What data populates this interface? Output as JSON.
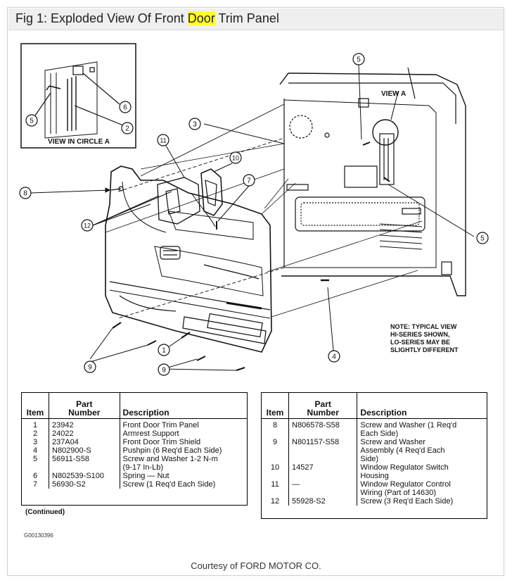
{
  "title": {
    "prefix": "Fig 1: Exploded View Of Front ",
    "highlight": "Door",
    "suffix": " Trim Panel"
  },
  "diagram": {
    "callouts": [
      "1",
      "2",
      "3",
      "4",
      "5",
      "6",
      "7",
      "8",
      "9",
      "10",
      "11",
      "12"
    ],
    "view_in_circle": "VIEW IN CIRCLE A",
    "view_a": "VIEW A",
    "note_lines": [
      "NOTE: TYPICAL VIEW",
      "HI-SERIES SHOWN,",
      "LO-SERIES MAY BE",
      "SLIGHTLY DIFFERENT"
    ]
  },
  "table_headers": {
    "item": "Item",
    "part_line1": "Part",
    "part_line2": "Number",
    "description": "Description"
  },
  "parts_left": [
    {
      "item": "1",
      "part": "23942",
      "desc": "Front Door Trim Panel"
    },
    {
      "item": "2",
      "part": "24022",
      "desc": "Armrest Support"
    },
    {
      "item": "3",
      "part": "237A04",
      "desc": "Front Door Trim Shield"
    },
    {
      "item": "4",
      "part": "N802900-S",
      "desc": "Pushpin (6 Req'd Each Side)"
    },
    {
      "item": "5",
      "part": "56911-S58",
      "desc": "Screw and Washer 1-2 N-m",
      "desc2": "(9-17 In-Lb)"
    },
    {
      "item": "6",
      "part": "N802539-S100",
      "desc": "Spring — Nut"
    },
    {
      "item": "7",
      "part": "56930-S2",
      "desc": "Screw (1 Req'd Each Side)"
    }
  ],
  "parts_right": [
    {
      "item": "8",
      "part": "N806578-S58",
      "desc": "Screw and Washer (1 Req'd",
      "desc2": "Each Side)"
    },
    {
      "item": "9",
      "part": "N801157-S58",
      "desc": "Screw and Washer",
      "desc2": "Assembly (4 Req'd Each",
      "desc3": "Side)"
    },
    {
      "item": "10",
      "part": "14527",
      "desc": "Window Regulator Switch",
      "desc2": "Housing"
    },
    {
      "item": "11",
      "part": "—",
      "desc": "Window Regulator Control",
      "desc2": "Wiring (Part of 14630)"
    },
    {
      "item": "12",
      "part": "55928-S2",
      "desc": "Screw (3 Req'd Each Side)"
    }
  ],
  "continued": "(Continued)",
  "figure_code": "G00130396",
  "courtesy": "Courtesy of FORD MOTOR CO."
}
